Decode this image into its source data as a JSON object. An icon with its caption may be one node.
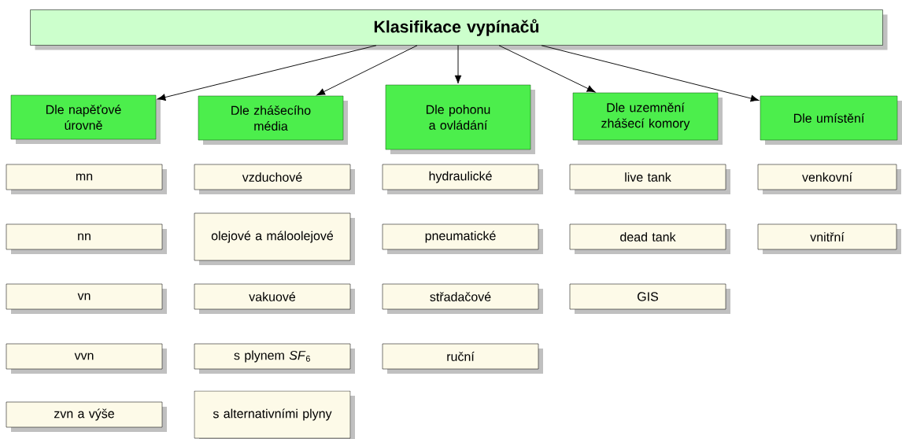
{
  "diagram": {
    "nodes": [
      {
        "text": [
          "Klasifikace vypínačů"
        ]
      },
      {
        "text": [
          "Dle napěťové úrovně"
        ]
      },
      {
        "text": [
          "Dle zhášecího média"
        ]
      },
      {
        "text": [
          "Dle pohonu a ovládání"
        ]
      },
      {
        "text": [
          "Dle uzemnění zhášecí komory"
        ]
      },
      {
        "text": [
          "Dle umístění"
        ]
      },
      {
        "text": [
          "mn"
        ]
      },
      {
        "text": [
          "nn"
        ]
      },
      {
        "text": [
          "vn"
        ]
      },
      {
        "text": [
          "vvn"
        ]
      },
      {
        "text": [
          "zvn a výše"
        ]
      },
      {
        "text": [
          "vzduchové"
        ]
      },
      {
        "text": [
          "olejové a máloolejové"
        ]
      },
      {
        "text": [
          "vakuové"
        ]
      },
      {
        "text": [
          "s plynem *SF*$_{6}$"
        ]
      },
      {
        "text": [
          "s alternativními plyny"
        ]
      },
      {
        "text": [
          "hydraulické"
        ]
      },
      {
        "text": [
          "pneumatické"
        ]
      },
      {
        "text": [
          "střadačové"
        ]
      },
      {
        "text": [
          "ruční"
        ]
      },
      {
        "text": [
          "live tank"
        ]
      },
      {
        "text": [
          "dead tank"
        ]
      },
      {
        "text": [
          "GIS"
        ]
      },
      {
        "text": [
          "venkovní"
        ]
      },
      {
        "text": [
          "vnitřní"
        ]
      }
    ],
    "edges": [
      {
        "from": 0,
        "to": 1,
        "arrow": "to"
      },
      {
        "from": 0,
        "to": 2,
        "arrow": "to"
      },
      {
        "from": 0,
        "to": 3,
        "arrow": "to"
      },
      {
        "from": 0,
        "to": 4,
        "arrow": "to"
      },
      {
        "from": 0,
        "to": 5,
        "arrow": "to"
      }
    ]
  }
}
